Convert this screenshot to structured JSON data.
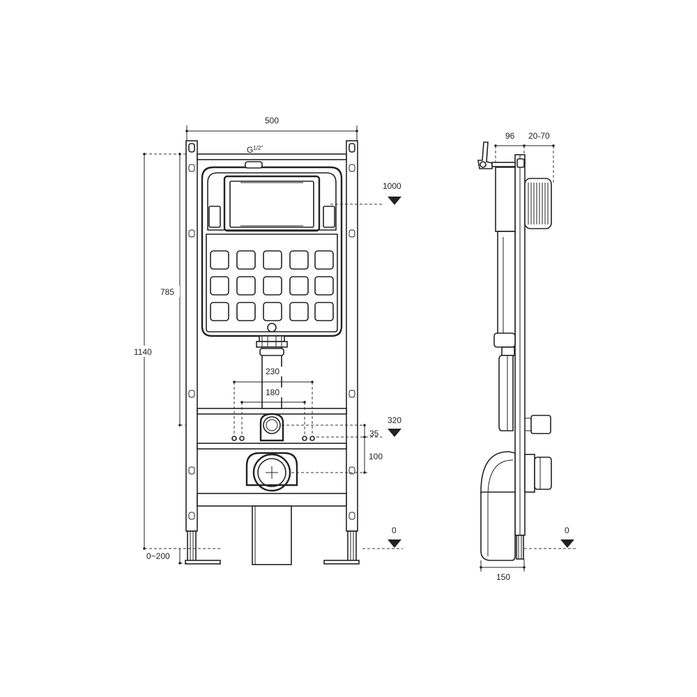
{
  "front_view": {
    "dim_width": "500",
    "dim_total_height": "1140",
    "dim_frame_height": "785",
    "dim_leg_adjust": "0~200",
    "inlet_thread_base": "G",
    "inlet_thread_sup": "1/2\"",
    "dim_bolts_outer": "230",
    "dim_bolts_inner": "180",
    "level_button": "1000",
    "level_bolts": "320",
    "dim_drain_offset": "35",
    "dim_drain_spacing": "100",
    "level_floor": "0"
  },
  "side_view": {
    "dim_cistern_depth": "96",
    "dim_wall_adjust": "20-70",
    "dim_base_depth": "150",
    "level_floor": "0"
  }
}
